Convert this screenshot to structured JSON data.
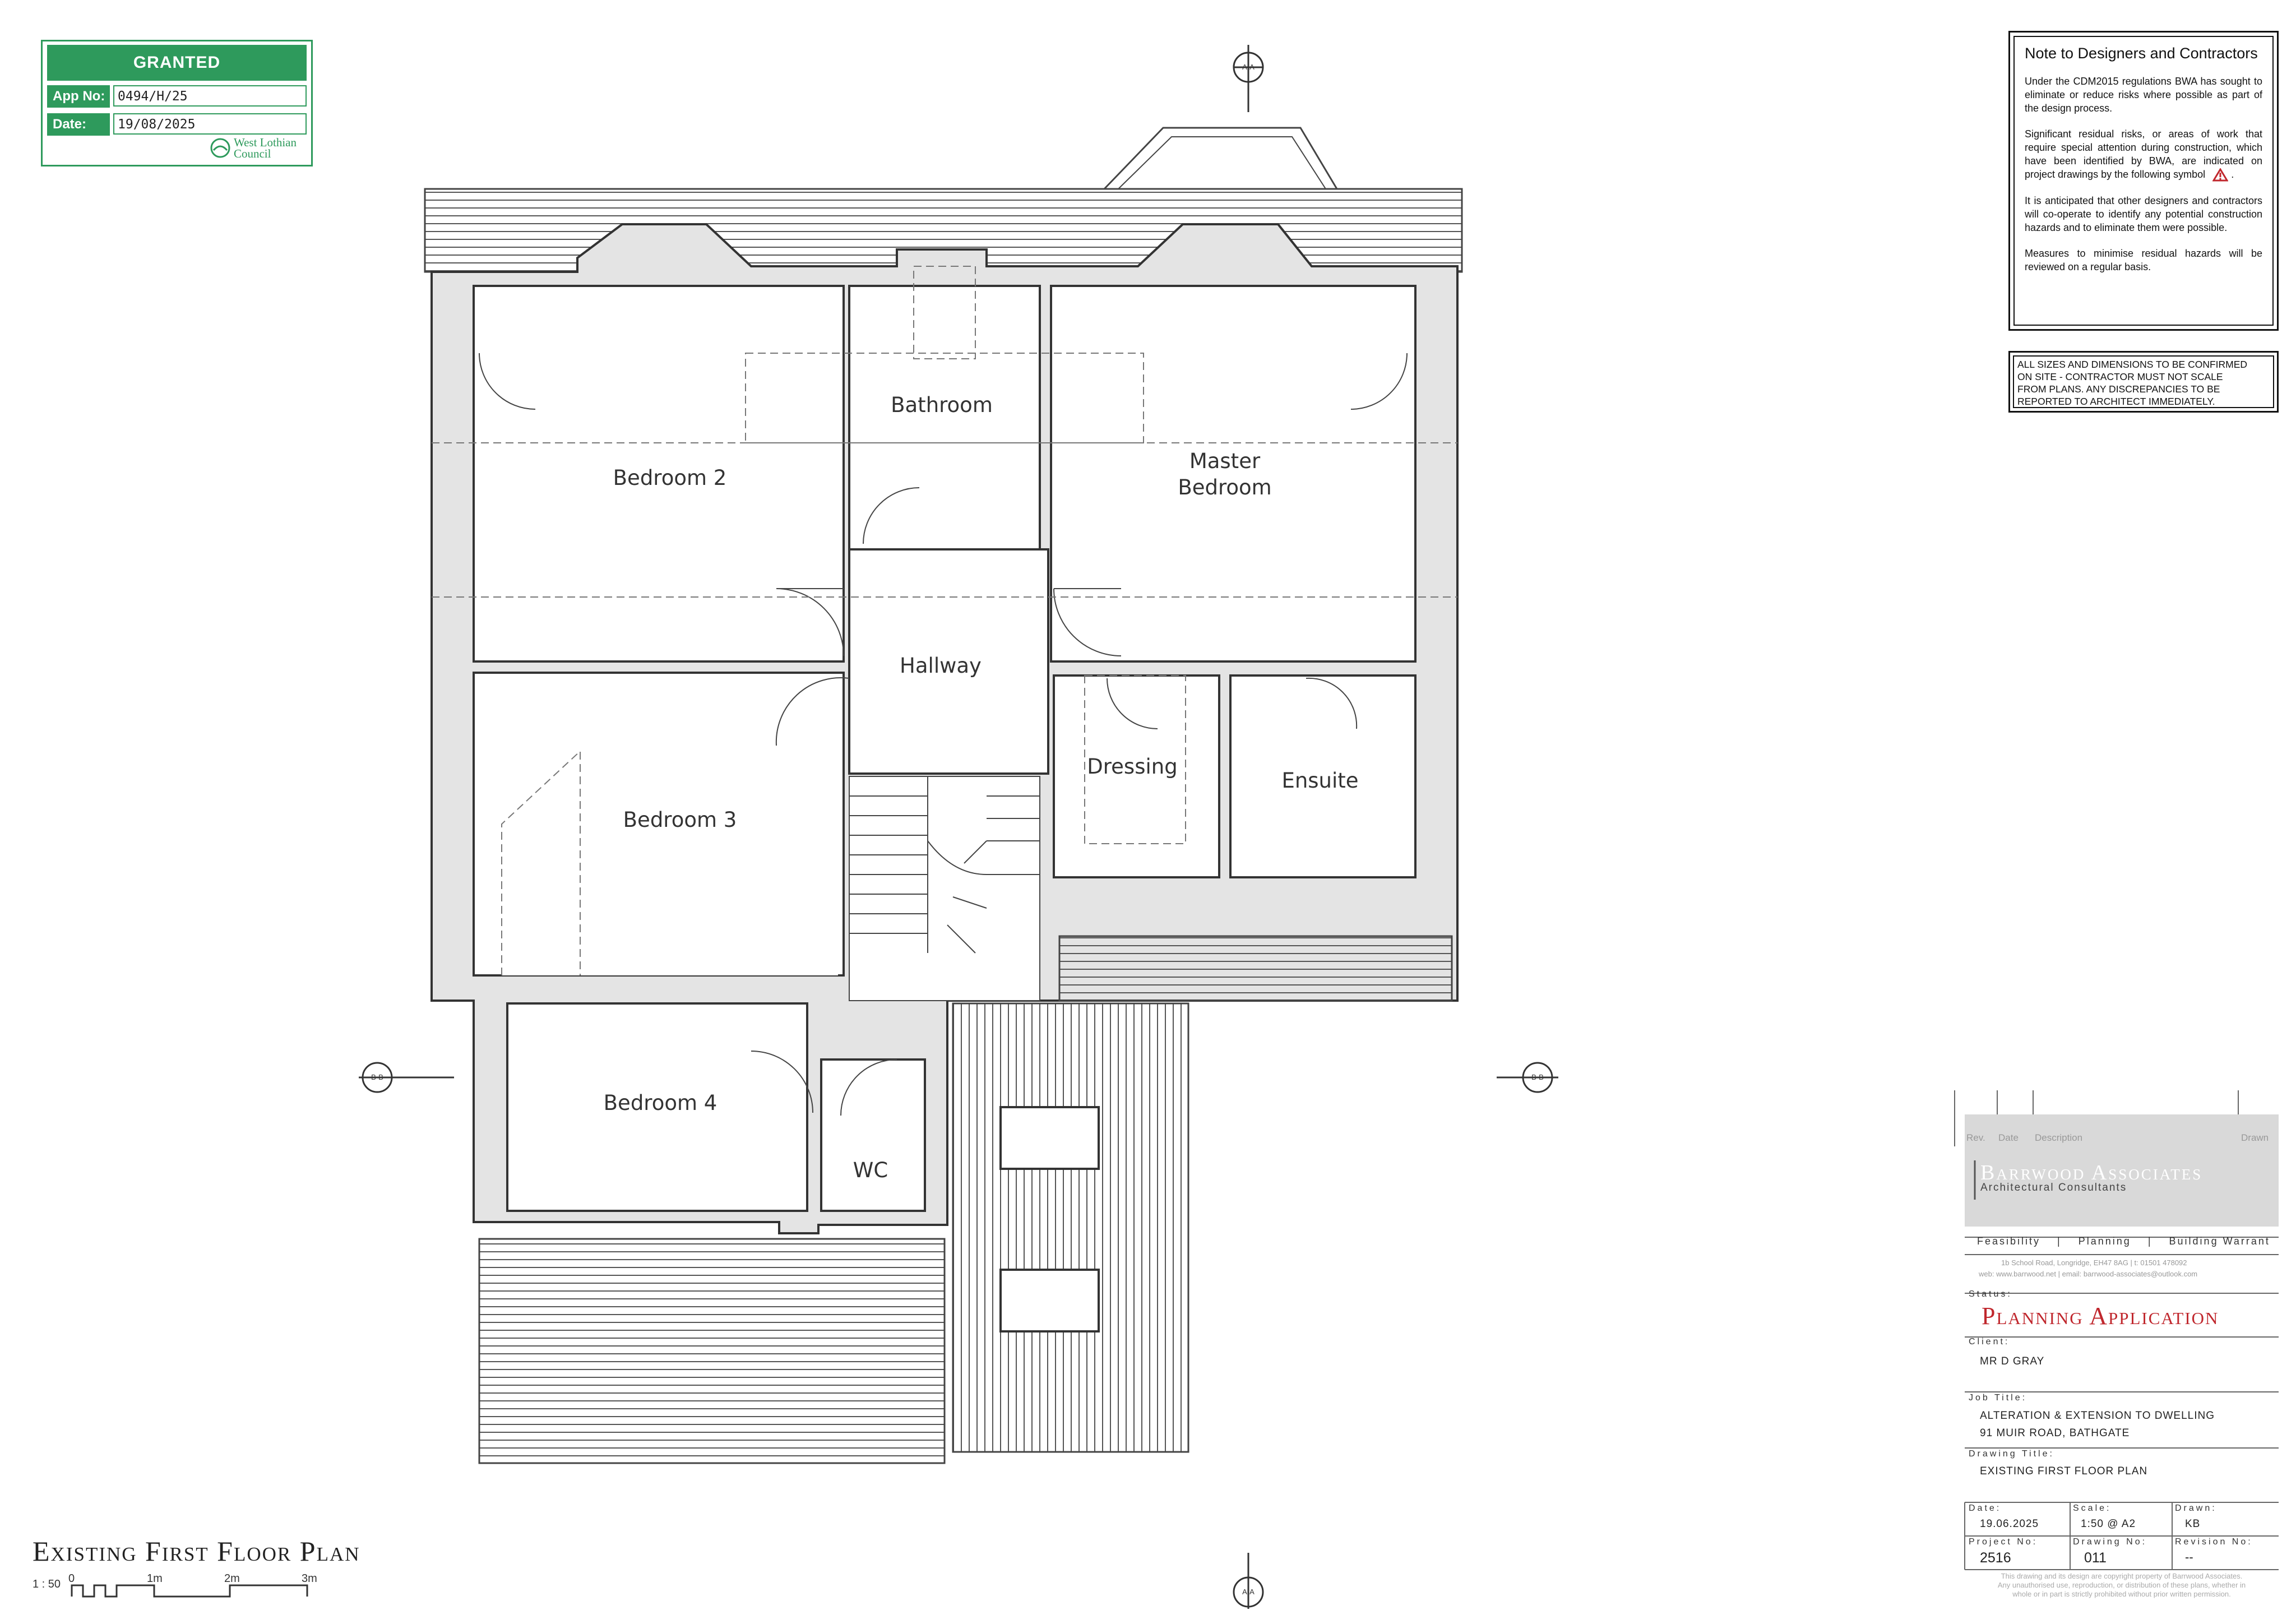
{
  "stamp": {
    "status": "GRANTED",
    "app_no_label": "App No:",
    "app_no": "0494/H/25",
    "date_label": "Date:",
    "date": "19/08/2025",
    "council_line1": "West Lothian",
    "council_line2": "Council",
    "color": "#2e9a5c"
  },
  "notes": {
    "title": "Note to Designers and Contractors",
    "p1": "Under the CDM2015 regulations BWA has sought to eliminate or reduce risks where possible as part of the design process.",
    "p2": "Significant residual risks, or areas of work that require special attention during construction, which have been identified by BWA, are indicated on project drawings by the following symbol",
    "p2_end": ".",
    "p3": "It is anticipated that other designers and contractors will co-operate to identify any potential construction hazards and to eliminate them were possible.",
    "p4": "Measures to minimise residual hazards will be reviewed on a regular basis.",
    "warning_icon": "hazard-triangle-icon"
  },
  "dimensions_warning": {
    "line1": "ALL SIZES AND DIMENSIONS TO BE CONFIRMED",
    "line2": "ON SITE - CONTRACTOR MUST NOT SCALE",
    "line3": "FROM PLANS. ANY DISCREPANCIES TO BE",
    "line4": "REPORTED TO ARCHITECT IMMEDIATELY."
  },
  "rooms": {
    "bedroom2": "Bedroom 2",
    "bathroom": "Bathroom",
    "master1": "Master",
    "master2": "Bedroom",
    "hallway": "Hallway",
    "bedroom3": "Bedroom 3",
    "dressing": "Dressing",
    "ensuite": "Ensuite",
    "bedroom4": "Bedroom 4",
    "wc": "WC"
  },
  "section_markers": {
    "top": "A-A",
    "bottom": "A-A",
    "left": "B-B",
    "right": "B-B"
  },
  "drawing": {
    "title": "Existing First Floor  Plan",
    "scale_label": "1 : 50",
    "scale_ticks": [
      "0",
      "1m",
      "2m",
      "3m"
    ]
  },
  "title_block": {
    "rev_headers": {
      "rev": "Rev.",
      "date": "Date",
      "description": "Description",
      "drawn": "Drawn"
    },
    "company": "Barrwood Associates",
    "company_sub": "Architectural Consultants",
    "services": {
      "a": "Feasibility",
      "b": "Planning",
      "c": "Building Warrant",
      "sep": "|"
    },
    "address_line1": "1b School Road, Longridge, EH47 8AG   |   t: 01501 478092",
    "address_line2": "web:   www.barrwood.net   |   email:   barrwood-associates@outlook.com",
    "status_label": "Status:",
    "status": "Planning Application",
    "client_label": "Client:",
    "client": "MR D GRAY",
    "job_label": "Job Title:",
    "job1": "ALTERATION & EXTENSION TO DWELLING",
    "job2": "91 MUIR ROAD, BATHGATE",
    "drawing_title_label": "Drawing Title:",
    "drawing_title": "EXISTING FIRST FLOOR PLAN",
    "date_label": "Date:",
    "date": "19.06.2025",
    "scale_label": "Scale:",
    "scale": "1:50 @ A2",
    "drawn_label": "Drawn:",
    "drawn": "KB",
    "project_label": "Project No:",
    "project": "2516",
    "drawing_no_label": "Drawing No:",
    "drawing_no": "011",
    "revision_label": "Revision No:",
    "revision": "--",
    "copyright1": "This drawing and its design are copyright property of Barrwood Associates.",
    "copyright2": "Any unauthorised use, reproduction, or distribution of these plans, whether in",
    "copyright3": "whole or in part is strictly prohibited without prior written permission.",
    "status_color": "#c0272d"
  }
}
